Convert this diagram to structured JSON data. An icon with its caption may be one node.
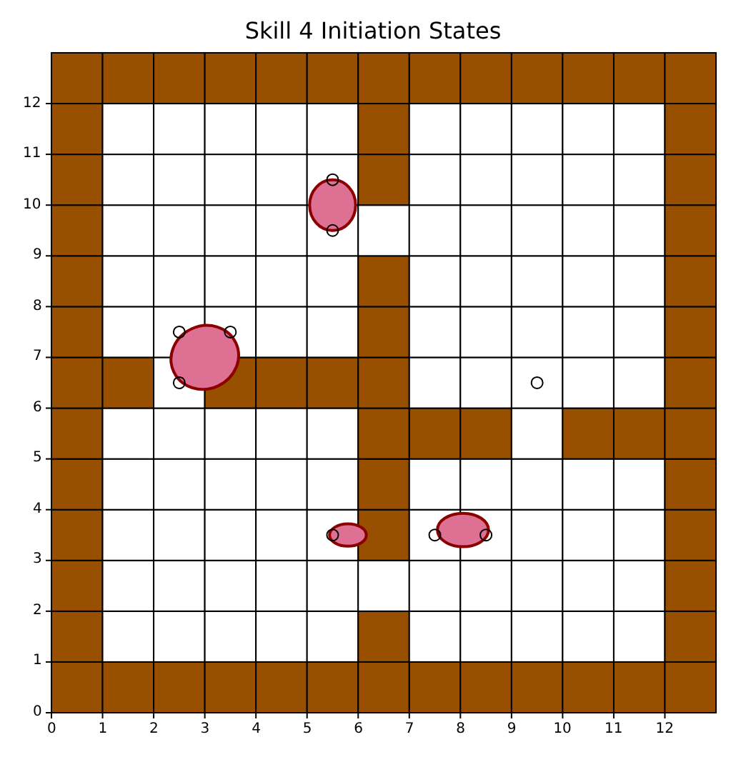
{
  "diagram": {
    "title": "Skill 4 Initiation States",
    "labels": [
      "12",
      "11",
      "10",
      "9",
      "8",
      "7",
      "6",
      "5",
      "4",
      "3",
      "2",
      "1",
      "0",
      "0",
      "1",
      "2",
      "3",
      "4",
      "5",
      "6",
      "7",
      "8",
      "9",
      "10",
      "11",
      "12"
    ]
  }
}
